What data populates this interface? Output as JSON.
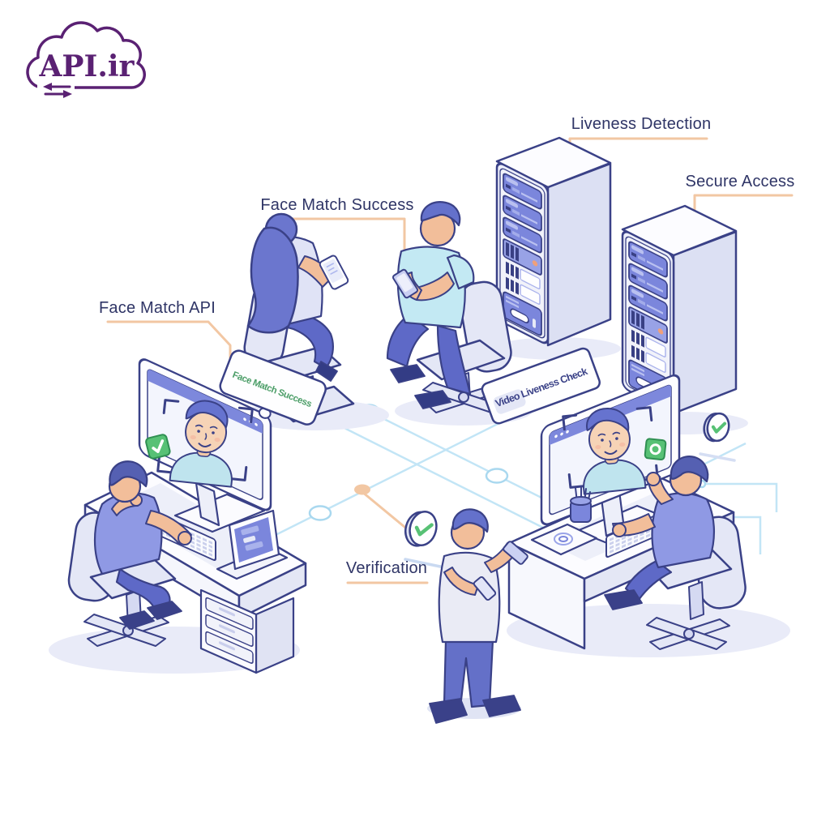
{
  "logo": {
    "text": "API.ir",
    "icon": "cloud-sync-icon",
    "color": "#5A2173"
  },
  "labels": {
    "face_match_api": "Face Match API",
    "face_match_success": "Face Match Success",
    "liveness_detection": "Liveness Detection",
    "secure_access": "Secure Access",
    "verification": "Verification"
  },
  "signs": {
    "face_match_success_board": "Face Match Success",
    "video_liveness_check_board": "Video Liveness Check"
  },
  "icons": [
    {
      "name": "check-badge-left-monitor",
      "glyph": "✓",
      "color": "#57C175"
    },
    {
      "name": "liveness-ring-badge-right-monitor",
      "glyph": "O",
      "color": "#57C175"
    },
    {
      "name": "check-coin-center",
      "glyph": "✓",
      "color": "#57C175"
    },
    {
      "name": "check-coin-right",
      "glyph": "✓",
      "color": "#57C175"
    },
    {
      "name": "cloud-sync-icon",
      "glyph": "⇆",
      "color": "#5A2173"
    }
  ],
  "colors": {
    "outline_navy": "#3A4187",
    "label_text": "#2F3566",
    "accent_peach": "#F2C7A3",
    "network_blue": "#C2E5F6",
    "lavender_fill": "#E6E8F8",
    "periwinkle": "#7B86DC",
    "success_green": "#57C175",
    "sign_green_text": "#4C9E68",
    "logo_purple": "#5A2173"
  }
}
